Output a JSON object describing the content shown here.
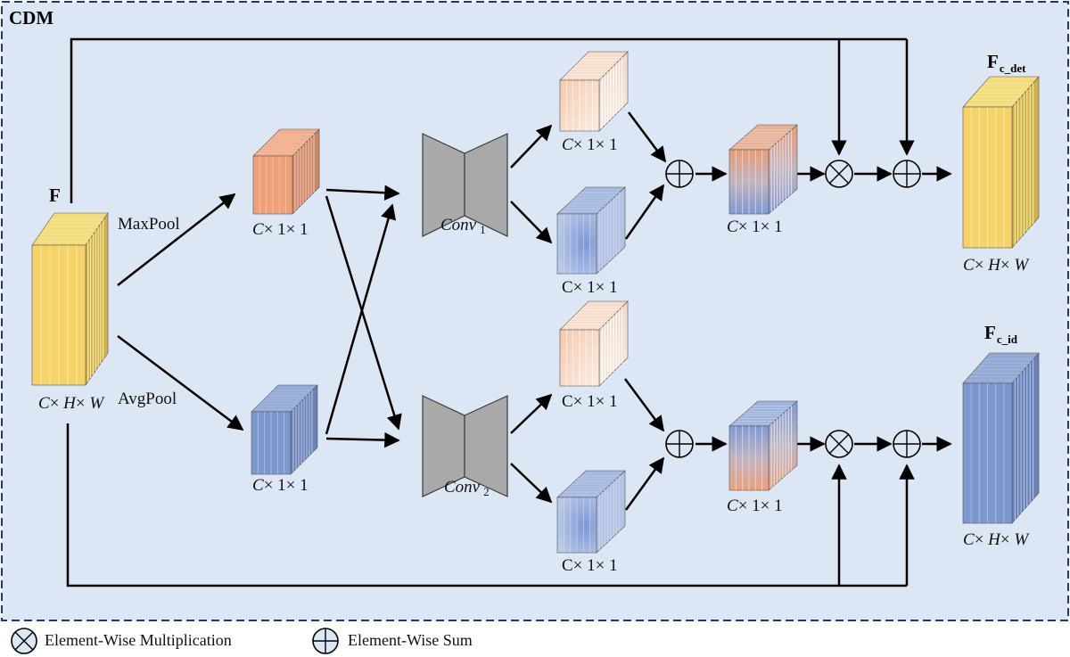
{
  "module_label": "CDM",
  "input": {
    "name": "F",
    "dims": [
      "C",
      "× ",
      "H",
      "× ",
      "W"
    ]
  },
  "pool": {
    "max": "MaxPool",
    "avg": "AvgPool"
  },
  "vec_dims": {
    "c": "C",
    "rest": "× 1× 1"
  },
  "vec_dims_upright": "C× 1× 1",
  "conv1": {
    "name": "Conv",
    "sub": "1"
  },
  "conv2": {
    "name": "Conv",
    "sub": "2"
  },
  "out_det": {
    "name": "F",
    "sub": "c_det",
    "dims": [
      "C",
      "× ",
      "H",
      "× ",
      "W"
    ]
  },
  "out_id": {
    "name": "F",
    "sub": "c_id",
    "dims": [
      "C",
      "× ",
      "H",
      "× ",
      "W"
    ]
  },
  "legend": {
    "mul": "Element-Wise Multiplication",
    "sum": "Element-Wise Sum"
  },
  "colors": {
    "background": "#dce6f4",
    "frame": "#1f3a68",
    "yellow_front": "#f5d36a",
    "yellow_side": "#d1b14e",
    "blue_front": "#7c97cc",
    "blue_side": "#6a82b5",
    "orange_front": "#eea07a",
    "orange_side": "#c8876a",
    "trapezoid": "#a9a9a9"
  },
  "icons": {
    "mul": "circle-times-icon",
    "sum": "circle-plus-icon"
  }
}
